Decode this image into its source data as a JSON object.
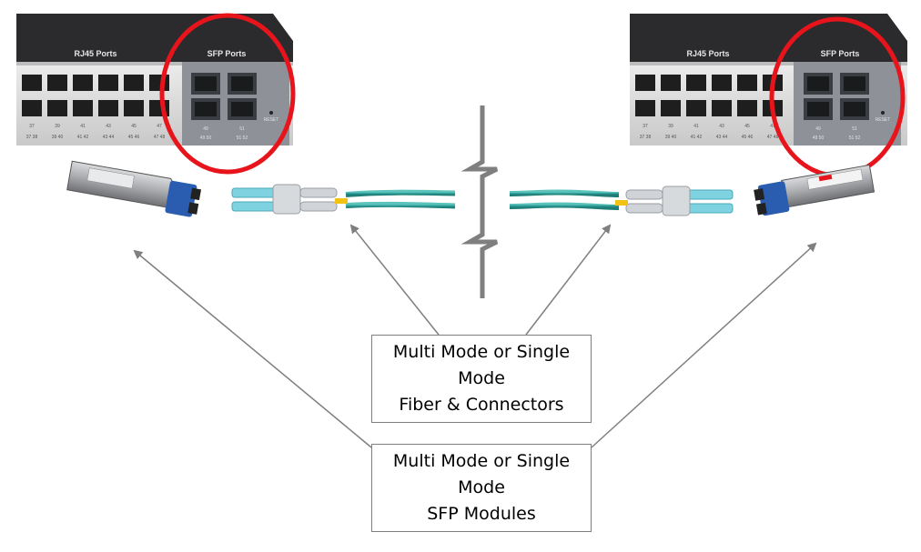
{
  "switch_left": {
    "rj45_label": "RJ45 Ports",
    "sfp_label": "SFP Ports",
    "reset_label": "RESET",
    "port_top_numbers": [
      "37",
      "39",
      "41",
      "43",
      "45",
      "47"
    ],
    "port_pair_numbers": [
      "37 38",
      "39 40",
      "41 42",
      "43 44",
      "45 46",
      "47 48"
    ],
    "sfp_top_numbers": [
      "49",
      "51"
    ],
    "sfp_pair_numbers": [
      "49 50",
      "51 52"
    ]
  },
  "switch_right": {
    "rj45_label": "RJ45 Ports",
    "sfp_label": "SFP Ports",
    "reset_label": "RESET",
    "port_top_numbers": [
      "37",
      "39",
      "41",
      "43",
      "45",
      "47"
    ],
    "port_pair_numbers": [
      "37 38",
      "39 40",
      "41 42",
      "43 44",
      "45 46",
      "47 48"
    ],
    "sfp_top_numbers": [
      "49",
      "51"
    ],
    "sfp_pair_numbers": [
      "49 50",
      "51 52"
    ]
  },
  "callouts": {
    "fiber": [
      "Multi Mode or Single",
      "Mode",
      "Fiber & Connectors"
    ],
    "sfp": [
      "Multi Mode or Single",
      "Mode",
      "SFP Modules"
    ]
  },
  "colors": {
    "highlight_circle": "#e8141c",
    "fiber_cable": "#3aa9a3",
    "connector_aqua": "#7fd3e0",
    "module_latch": "#2a5db0",
    "arrow": "#7f7f7f",
    "switch_body": "#2b2b2d"
  }
}
